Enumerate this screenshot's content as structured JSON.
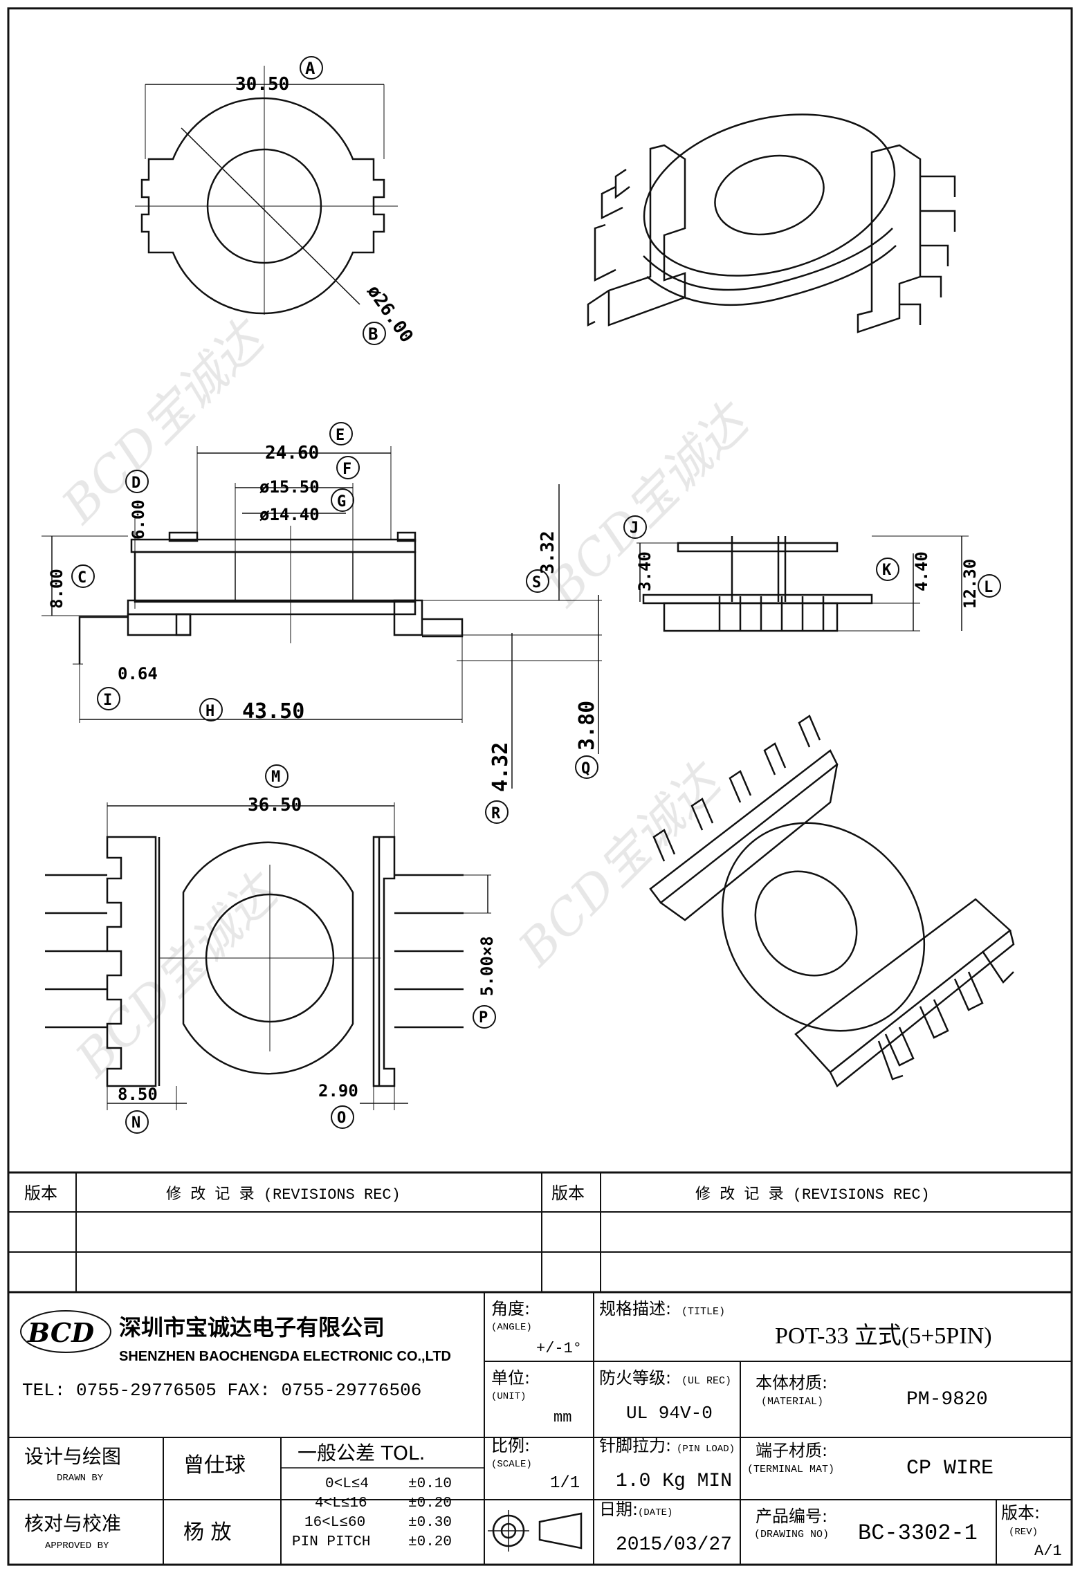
{
  "dimensions": {
    "a_30_50": "30.50",
    "b_dia_26": "ø26.00",
    "e_24_60": "24.60",
    "f_dia_15_50": "ø15.50",
    "g_dia_14_40": "ø14.40",
    "d_6_00": "6.00",
    "c_8_00": "8.00",
    "s_3_32": "3.32",
    "i_0_64": "0.64",
    "h_43_50": "43.50",
    "q_3_80": "3.80",
    "r_4_32": "4.32",
    "j_3_40": "3.40",
    "k_4_40": "4.40",
    "l_12_30": "12.30",
    "m_36_50": "36.50",
    "p_pitch": "5.00×8",
    "n_8_50": "8.50",
    "o_2_90": "2.90"
  },
  "labels": {
    "A": "A",
    "B": "B",
    "C": "C",
    "D": "D",
    "E": "E",
    "F": "F",
    "G": "G",
    "H": "H",
    "I": "I",
    "J": "J",
    "K": "K",
    "L": "L",
    "M": "M",
    "N": "N",
    "O": "O",
    "P": "P",
    "Q": "Q",
    "R": "R",
    "S": "S"
  },
  "revisions": {
    "left_header_ver": "版本",
    "left_header_rec": "修  改  记  录  (REVISIONS REC)",
    "right_header_ver": "版本",
    "right_header_rec": "修  改  记  录  (REVISIONS REC)"
  },
  "company": {
    "logo_text": "BCD",
    "name_cn": "深圳市宝诚达电子有限公司",
    "name_en": "SHENZHEN BAOCHENGDA ELECTRONIC CO.,LTD",
    "tel": "TEL: 0755-29776505  FAX: 0755-29776506"
  },
  "titleblock": {
    "angle_label": "角度:",
    "angle_label_en": "(ANGLE)",
    "angle_value": "+/-1°",
    "title_label": "规格描述:",
    "title_label_en": "(TITLE)",
    "title_value": "POT-33 立式(5+5PIN)",
    "unit_label": "单位:",
    "unit_label_en": "(UNIT)",
    "unit_value": "mm",
    "ul_label": "防火等级:",
    "ul_label_en": "(UL REC)",
    "ul_value": "UL 94V-0",
    "material_label": "本体材质:",
    "material_label_en": "(MATERIAL)",
    "material_value": "PM-9820",
    "drawn_label": "设计与绘图",
    "drawn_label_en": "DRAWN BY",
    "drawn_name": "曾仕球",
    "tol_header": "一般公差 TOL.",
    "tol_rows": [
      {
        "range": "0<L≤4",
        "tol": "±0.10"
      },
      {
        "range": "4<L≤16",
        "tol": "±0.20"
      },
      {
        "range": "16<L≤60",
        "tol": "±0.30"
      },
      {
        "range": "PIN PITCH",
        "tol": "±0.20"
      }
    ],
    "scale_label": "比例:",
    "scale_label_en": "(SCALE)",
    "scale_value": "1/1",
    "pinload_label": "针脚拉力:",
    "pinload_label_en": "(PIN LOAD)",
    "pinload_value": "1.0 Kg MIN",
    "terminal_label": "端子材质:",
    "terminal_label_en": "(TERMINAL MAT)",
    "terminal_value": "CP WIRE",
    "approved_label": "核对与校准",
    "approved_label_en": "APPROVED BY",
    "approved_name": "杨  放",
    "date_label": "日期:",
    "date_label_en": "(DATE)",
    "date_value": "2015/03/27",
    "drawingno_label": "产品编号:",
    "drawingno_label_en": "(DRAWING NO)",
    "drawingno_value": "BC-3302-1",
    "rev_label": "版本:",
    "rev_label_en": "(REV)",
    "rev_value": "A/1"
  },
  "watermark": "BCD宝诚达"
}
